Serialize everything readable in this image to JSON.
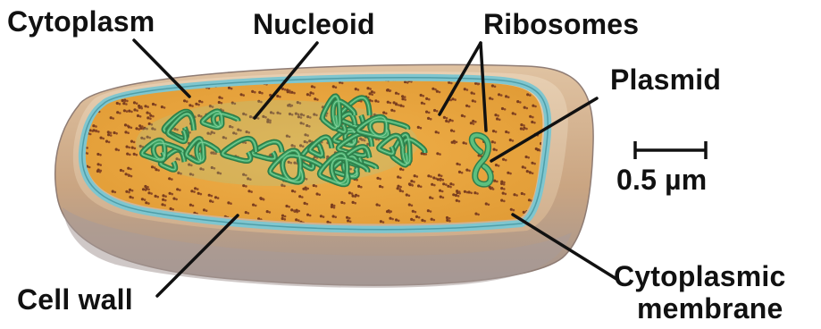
{
  "labels": {
    "cytoplasm": "Cytoplasm",
    "nucleoid": "Nucleoid",
    "ribosomes": "Ribosomes",
    "plasmid": "Plasmid",
    "cell_wall": "Cell wall",
    "cytoplasmic_membrane_line1": "Cytoplasmic",
    "cytoplasmic_membrane_line2": "membrane"
  },
  "scale_bar": {
    "label": "0.5 µm"
  },
  "colors": {
    "cell_wall": "#c9a784",
    "cell_wall_shadow": "#9b8a86",
    "membrane": "#7fc6cf",
    "cytoplasm": "#e9a63d",
    "ribosome": "#7a3e1e",
    "dna": "#3fa866",
    "leader_line": "#111111"
  }
}
